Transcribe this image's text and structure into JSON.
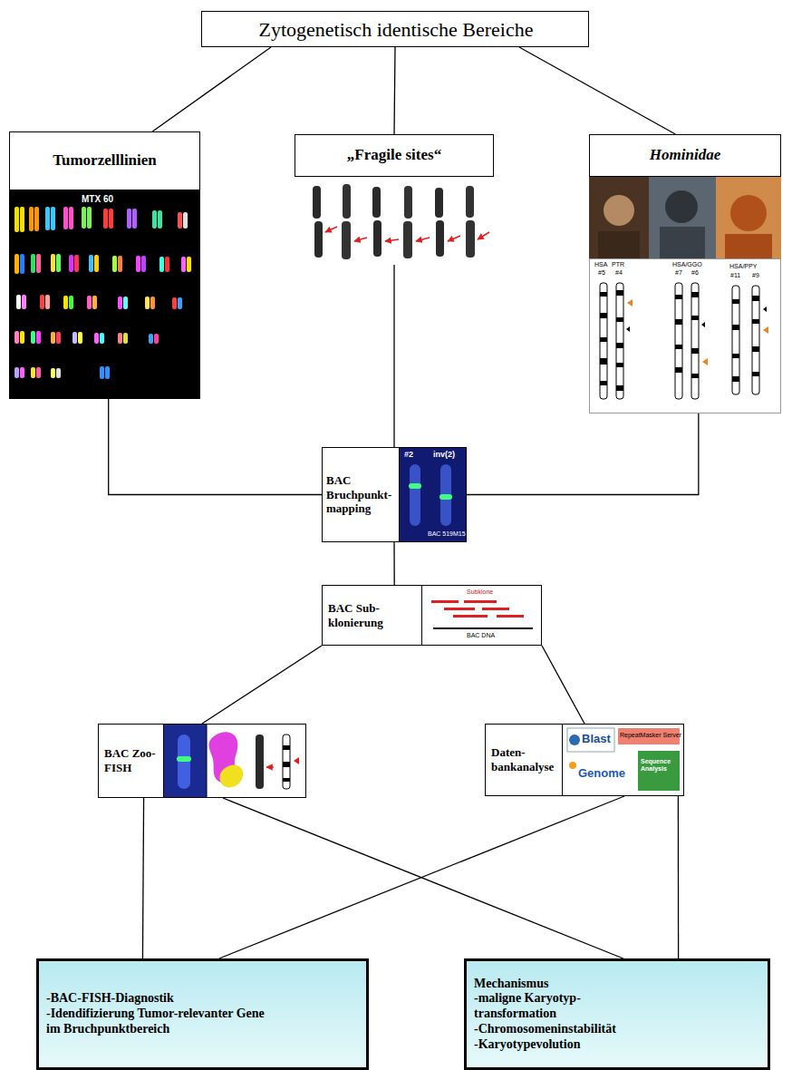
{
  "diagram": {
    "nodes": [
      {
        "text": [
          "Zytogenetisch identische Bereiche"
        ]
      },
      {
        "text": [
          "Tumorzelllinien"
        ]
      },
      {
        "text": [
          "„Fragile sites“"
        ]
      },
      {
        "text": [
          "Hominidae"
        ]
      },
      {
        "text": [
          "BAC Bruchpunkt- mapping"
        ]
      },
      {
        "text": [
          "BAC Sub- klonierung"
        ]
      },
      {
        "text": [
          "BAC Zoo-FISH"
        ]
      },
      {
        "text": [
          "Daten- bankanalyse"
        ]
      },
      {
        "text": [
          "-BAC-FISH-Diagnostik",
          "-Idendifizierung Tumor-relevanter Gene im Bruchpunktbereich"
        ]
      },
      {
        "text": [
          "Mechanismus",
          "-maligne Karyotyp- transformation",
          "-Chromosomeninstabilität",
          "-Karyotypevolution"
        ]
      }
    ],
    "edges": [
      {
        "from": 0,
        "to": 1,
        "arrow": "none"
      },
      {
        "from": 0,
        "to": 2,
        "arrow": "none"
      },
      {
        "from": 0,
        "to": 3,
        "arrow": "none"
      },
      {
        "from": 1,
        "to": 4,
        "arrow": "none"
      },
      {
        "from": 2,
        "to": 4,
        "arrow": "none"
      },
      {
        "from": 3,
        "to": 4,
        "arrow": "none"
      },
      {
        "from": 4,
        "to": 5,
        "arrow": "none"
      },
      {
        "from": 5,
        "to": 6,
        "arrow": "none"
      },
      {
        "from": 5,
        "to": 7,
        "arrow": "none"
      },
      {
        "from": 6,
        "to": 8,
        "arrow": "none"
      },
      {
        "from": 6,
        "to": 9,
        "arrow": "none"
      },
      {
        "from": 7,
        "to": 8,
        "arrow": "none"
      },
      {
        "from": 7,
        "to": 9,
        "arrow": "none"
      }
    ],
    "labels": [
      "MTX 60",
      "HSA",
      "PTR",
      "#5",
      "#4",
      "HSA/GGO",
      "#7",
      "#6",
      "HSA/PPY",
      "#11",
      "#9",
      "#2",
      "inv(2)",
      "BAC 519M15",
      "Subklone",
      "BAC DNA",
      "Blast",
      "RepeatMasker Server",
      "Genome",
      "Sequence Analysis"
    ]
  }
}
